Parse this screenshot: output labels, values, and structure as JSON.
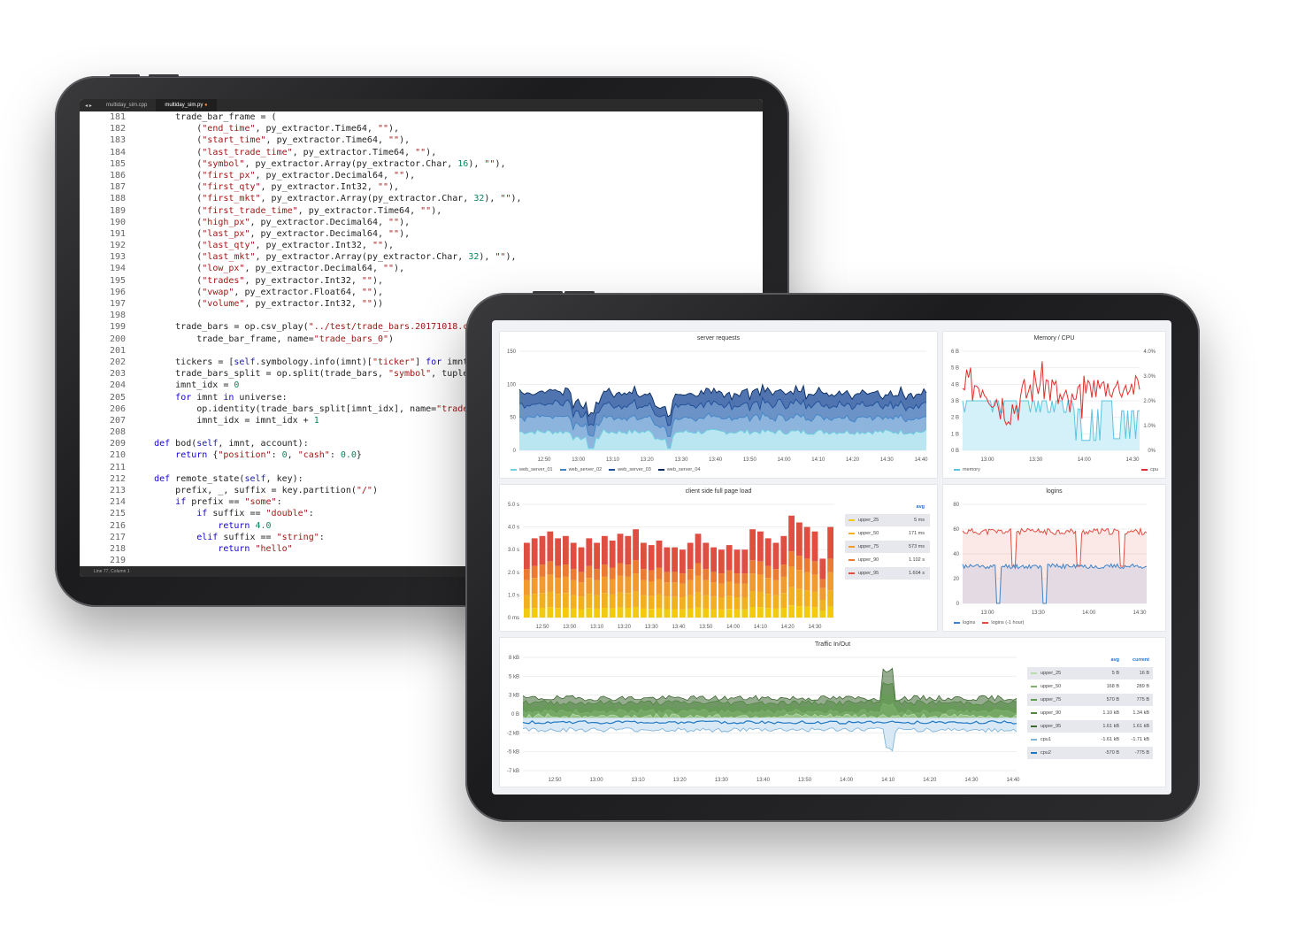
{
  "editor": {
    "tabs": [
      {
        "label": "multiday_sim.cpp",
        "active": false
      },
      {
        "label": "multiday_sim.py",
        "active": true,
        "modified": true
      }
    ],
    "nav_arrows": "◂ ▸",
    "status": "Line 77, Column 1",
    "lines": [
      {
        "n": "181",
        "t": "        trade_bar_frame = ("
      },
      {
        "n": "182",
        "t": "            (\"end_time\", py_extractor.Time64, \"\"),"
      },
      {
        "n": "183",
        "t": "            (\"start_time\", py_extractor.Time64, \"\"),"
      },
      {
        "n": "184",
        "t": "            (\"last_trade_time\", py_extractor.Time64, \"\"),"
      },
      {
        "n": "185",
        "t": "            (\"symbol\", py_extractor.Array(py_extractor.Char, 16), \"\"),"
      },
      {
        "n": "186",
        "t": "            (\"first_px\", py_extractor.Decimal64, \"\"),"
      },
      {
        "n": "187",
        "t": "            (\"first_qty\", py_extractor.Int32, \"\"),"
      },
      {
        "n": "188",
        "t": "            (\"first_mkt\", py_extractor.Array(py_extractor.Char, 32), \"\"),"
      },
      {
        "n": "189",
        "t": "            (\"first_trade_time\", py_extractor.Time64, \"\"),"
      },
      {
        "n": "190",
        "t": "            (\"high_px\", py_extractor.Decimal64, \"\"),"
      },
      {
        "n": "191",
        "t": "            (\"last_px\", py_extractor.Decimal64, \"\"),"
      },
      {
        "n": "192",
        "t": "            (\"last_qty\", py_extractor.Int32, \"\"),"
      },
      {
        "n": "193",
        "t": "            (\"last_mkt\", py_extractor.Array(py_extractor.Char, 32), \"\"),"
      },
      {
        "n": "194",
        "t": "            (\"low_px\", py_extractor.Decimal64, \"\"),"
      },
      {
        "n": "195",
        "t": "            (\"trades\", py_extractor.Int32, \"\"),"
      },
      {
        "n": "196",
        "t": "            (\"vwap\", py_extractor.Float64, \"\"),"
      },
      {
        "n": "197",
        "t": "            (\"volume\", py_extractor.Int32, \"\"))"
      },
      {
        "n": "198",
        "t": ""
      },
      {
        "n": "199",
        "t": "        trade_bars = op.csv_play(\"../test/trade_bars.20171018.csv\","
      },
      {
        "n": "200",
        "t": "            trade_bar_frame, name=\"trade_bars_0\")"
      },
      {
        "n": "201",
        "t": ""
      },
      {
        "n": "202",
        "t": "        tickers = [self.symbology.info(imnt)[\"ticker\"] for imnt in"
      },
      {
        "n": "203",
        "t": "        trade_bars_split = op.split(trade_bars, \"symbol\", tuple(ti"
      },
      {
        "n": "204",
        "t": "        imnt_idx = 0"
      },
      {
        "n": "205",
        "t": "        for imnt in universe:"
      },
      {
        "n": "206",
        "t": "            op.identity(trade_bars_split[imnt_idx], name=\"trade_ba"
      },
      {
        "n": "207",
        "t": "            imnt_idx = imnt_idx + 1"
      },
      {
        "n": "208",
        "t": ""
      },
      {
        "n": "209",
        "t": "    def bod(self, imnt, account):"
      },
      {
        "n": "210",
        "t": "        return {\"position\": 0, \"cash\": 0.0}"
      },
      {
        "n": "211",
        "t": ""
      },
      {
        "n": "212",
        "t": "    def remote_state(self, key):"
      },
      {
        "n": "213",
        "t": "        prefix, _, suffix = key.partition(\"/\")"
      },
      {
        "n": "214",
        "t": "        if prefix == \"some\":"
      },
      {
        "n": "215",
        "t": "            if suffix == \"double\":"
      },
      {
        "n": "216",
        "t": "                return 4.0"
      },
      {
        "n": "217",
        "t": "            elif suffix == \"string\":"
      },
      {
        "n": "218",
        "t": "                return \"hello\""
      },
      {
        "n": "219",
        "t": ""
      }
    ]
  },
  "dashboard": {
    "panels": {
      "server_requests": {
        "title": "server requests",
        "yticks": [
          "150",
          "100",
          "50",
          "0"
        ],
        "xticks": [
          "12:50",
          "13:00",
          "13:10",
          "13:20",
          "13:30",
          "13:40",
          "13:50",
          "14:00",
          "14:10",
          "14:20",
          "14:30",
          "14:40"
        ],
        "legend": [
          {
            "label": "web_server_01",
            "color": "#6ed0e0"
          },
          {
            "label": "web_server_02",
            "color": "#3f84c8"
          },
          {
            "label": "web_server_03",
            "color": "#1f4f9a"
          },
          {
            "label": "web_server_04",
            "color": "#0a2a5e"
          }
        ]
      },
      "memory_cpu": {
        "title": "Memory / CPU",
        "yticks_left": [
          "6 B",
          "5 B",
          "4 B",
          "3 B",
          "2 B",
          "1 B",
          "0 B"
        ],
        "yticks_right": [
          "4.0%",
          "3.0%",
          "2.0%",
          "1.0%",
          "0%"
        ],
        "xticks": [
          "13:00",
          "13:30",
          "14:00",
          "14:30"
        ],
        "legend": [
          {
            "label": "memory",
            "color": "#5bc5e0"
          },
          {
            "label": "cpu",
            "color": "#e02f2f"
          }
        ]
      },
      "page_load": {
        "title": "client side full page load",
        "yticks": [
          "5.0 s",
          "4.0 s",
          "3.0 s",
          "2.0 s",
          "1.0 s",
          "0 ms"
        ],
        "xticks": [
          "12:50",
          "13:00",
          "13:10",
          "13:20",
          "13:30",
          "13:40",
          "13:50",
          "14:00",
          "14:10",
          "14:20",
          "14:30"
        ],
        "legend_header": "avg",
        "legend": [
          {
            "label": "upper_25",
            "value": "5 ms",
            "color": "#f2cc0c"
          },
          {
            "label": "upper_50",
            "value": "171 ms",
            "color": "#f2b01c"
          },
          {
            "label": "upper_75",
            "value": "573 ms",
            "color": "#f29a2c"
          },
          {
            "label": "upper_90",
            "value": "1.102 s",
            "color": "#ec7a30"
          },
          {
            "label": "upper_95",
            "value": "1.604 s",
            "color": "#e24d42"
          }
        ]
      },
      "logins": {
        "title": "logins",
        "yticks": [
          "80",
          "60",
          "40",
          "20",
          "0"
        ],
        "xticks": [
          "13:00",
          "13:30",
          "14:00",
          "14:30"
        ],
        "legend": [
          {
            "label": "logins",
            "color": "#3f84c8"
          },
          {
            "label": "logins (-1 hour)",
            "color": "#e24d42"
          }
        ]
      },
      "traffic": {
        "title": "Traffic In/Out",
        "yticks": [
          "8 kB",
          "5 kB",
          "3 kB",
          "0 B",
          "-2 kB",
          "-5 kB",
          "-7 kB"
        ],
        "xticks": [
          "12:50",
          "13:00",
          "13:10",
          "13:20",
          "13:30",
          "13:40",
          "13:50",
          "14:00",
          "14:10",
          "14:20",
          "14:30",
          "14:40"
        ],
        "legend_headers": [
          "avg",
          "current"
        ],
        "legend": [
          {
            "label": "upper_25",
            "avg": "5 B",
            "current": "16 B",
            "color": "#b7dbab"
          },
          {
            "label": "upper_50",
            "avg": "168 B",
            "current": "289 B",
            "color": "#7eb26d"
          },
          {
            "label": "upper_75",
            "avg": "570 B",
            "current": "775 B",
            "color": "#629e51"
          },
          {
            "label": "upper_90",
            "avg": "1.10 kB",
            "current": "1.34 kB",
            "color": "#508642"
          },
          {
            "label": "upper_95",
            "avg": "1.61 kB",
            "current": "1.61 kB",
            "color": "#3f6833"
          },
          {
            "label": "cpu1",
            "avg": "-1.61 kB",
            "current": "-1.71 kB",
            "color": "#82b5d8"
          },
          {
            "label": "cpu2",
            "avg": "-570 B",
            "current": "-775 B",
            "color": "#1f78c1"
          }
        ]
      }
    }
  }
}
